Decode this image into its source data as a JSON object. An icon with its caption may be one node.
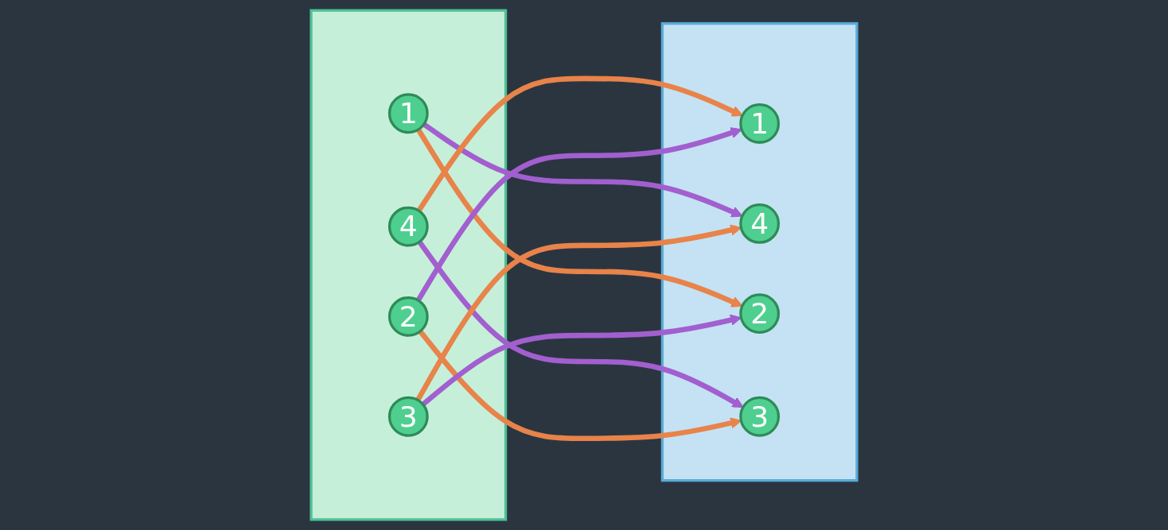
{
  "diagram": {
    "nodes": [
      {
        "text": [],
        "shape": "box"
      },
      {
        "text": [
          "1"
        ],
        "in": 0
      },
      {
        "text": [
          "4"
        ],
        "in": 0
      },
      {
        "text": [
          "2"
        ],
        "in": 0
      },
      {
        "text": [
          "3"
        ],
        "in": 0
      },
      {
        "text": [],
        "shape": "box"
      },
      {
        "text": [
          "1"
        ],
        "in": 5
      },
      {
        "text": [
          "4"
        ],
        "in": 5
      },
      {
        "text": [
          "2"
        ],
        "in": 5
      },
      {
        "text": [
          "3"
        ],
        "in": 5
      }
    ],
    "edges": [
      {
        "from": 1,
        "to": 8,
        "arrow": "to",
        "color": "#e8834a"
      },
      {
        "from": 1,
        "to": 7,
        "arrow": "to",
        "color": "#a25fcf"
      },
      {
        "from": 2,
        "to": 6,
        "arrow": "to",
        "color": "#e8834a"
      },
      {
        "from": 2,
        "to": 9,
        "arrow": "to",
        "color": "#a25fcf"
      },
      {
        "from": 3,
        "to": 6,
        "arrow": "to",
        "color": "#a25fcf"
      },
      {
        "from": 3,
        "to": 9,
        "arrow": "to",
        "color": "#e8834a"
      },
      {
        "from": 4,
        "to": 8,
        "arrow": "to",
        "color": "#a25fcf"
      },
      {
        "from": 4,
        "to": 7,
        "arrow": "to",
        "color": "#e8834a"
      }
    ]
  }
}
